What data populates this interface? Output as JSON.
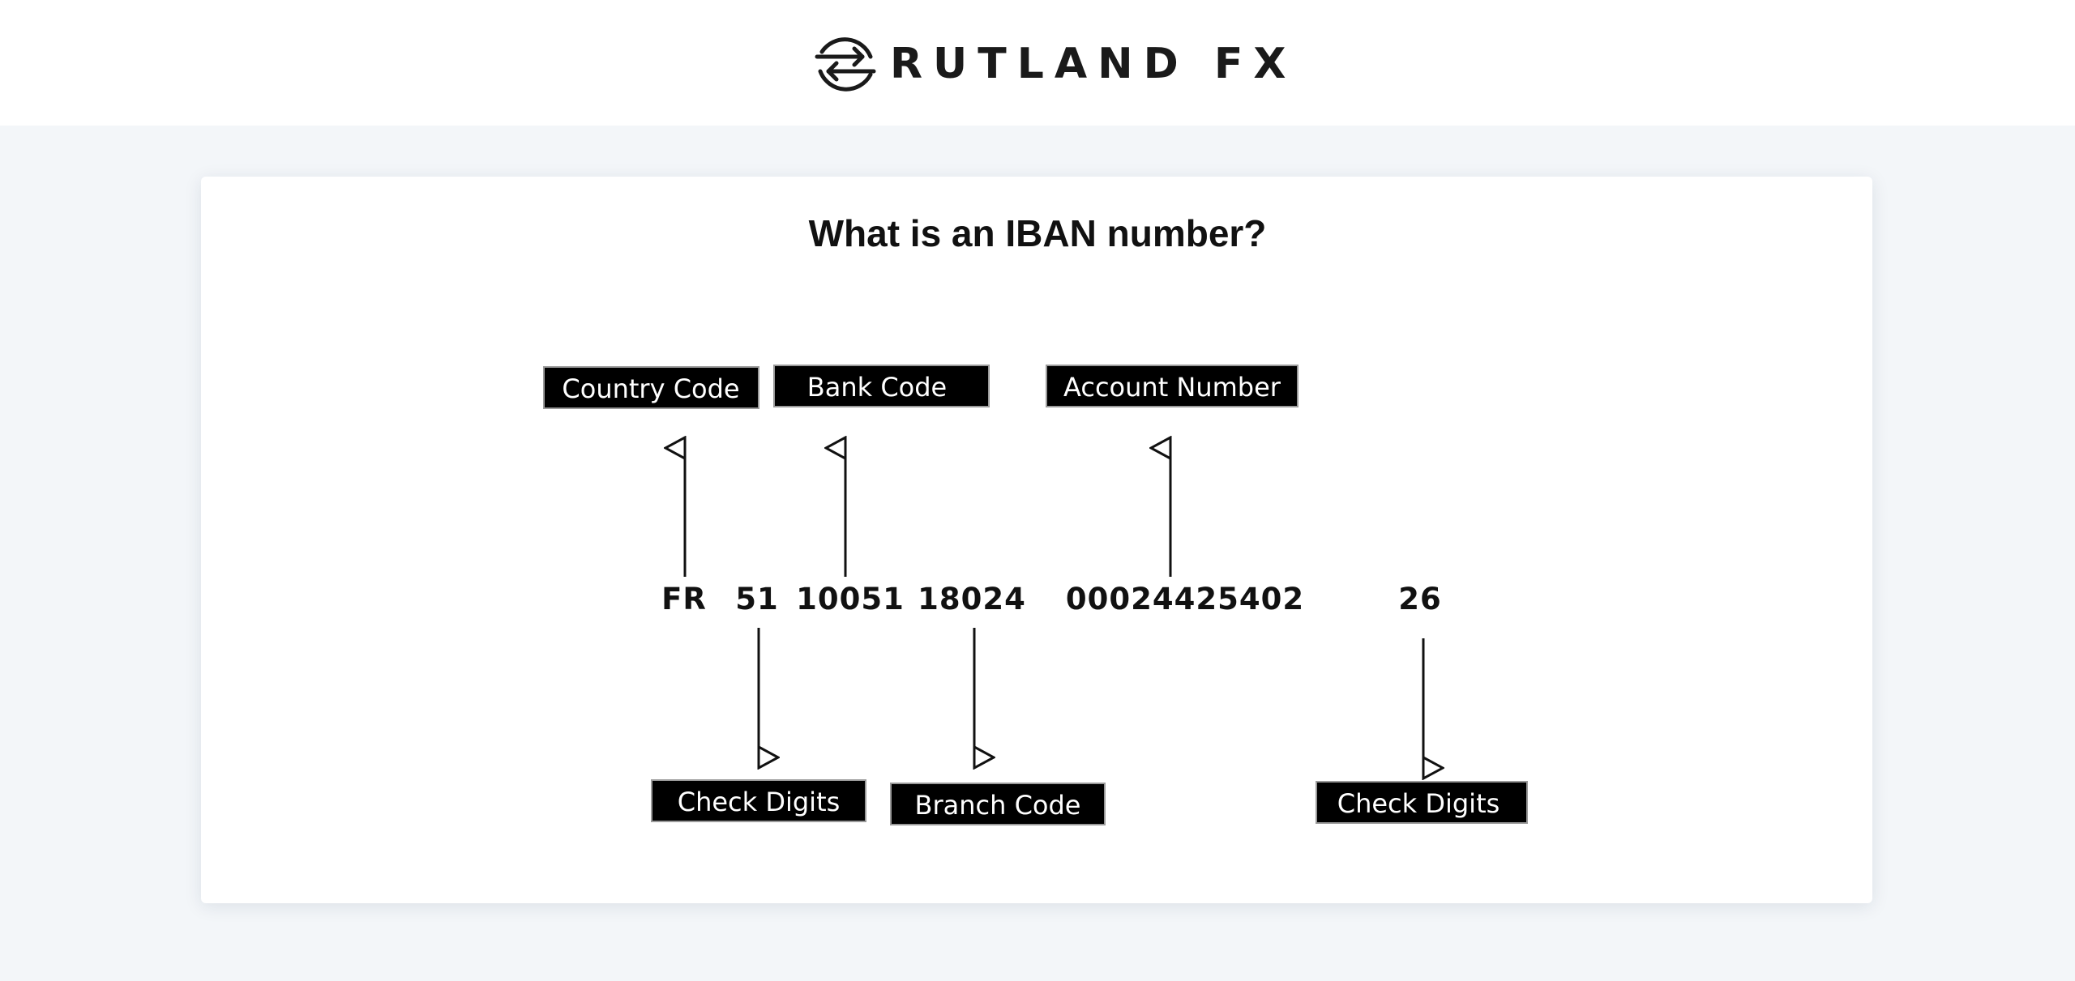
{
  "header": {
    "brand": "RUTLAND FX",
    "logo_icon": "exchange-arrows-icon"
  },
  "card": {
    "title": "What is an IBAN number?"
  },
  "diagram": {
    "iban_parts": [
      "FR",
      "51",
      "10051",
      "18024",
      "00024425402",
      "26"
    ],
    "labels_top": [
      "Country Code",
      "Bank Code",
      "Account Number"
    ],
    "labels_bottom": [
      "Check Digits",
      "Branch Code",
      "Check Digits"
    ]
  },
  "colors": {
    "page_background": "#f3f6f9",
    "card_background": "#ffffff",
    "label_background": "#000000",
    "label_text": "#ffffff",
    "text": "#111111"
  }
}
